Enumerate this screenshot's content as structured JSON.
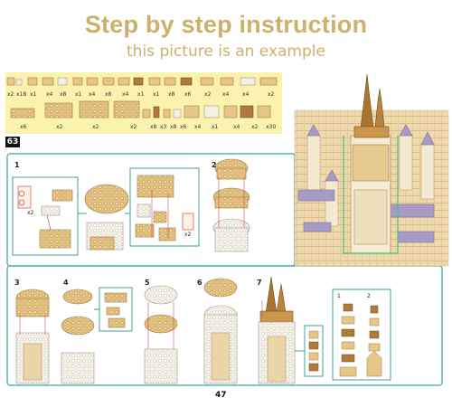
{
  "header": {
    "title": "Step by step instruction",
    "subtitle": "this picture is an example"
  },
  "parts_list": {
    "row1": [
      "x2",
      "x18",
      "x1",
      "x4",
      "x8",
      "x1",
      "x4",
      "x8",
      "x4",
      "x1",
      "x1",
      "x8",
      "x6",
      "x2",
      "x4",
      "x4",
      "x2"
    ],
    "row2": [
      "x6",
      "x2",
      "x2",
      "x2",
      "x8",
      "x3",
      "x8",
      "x6",
      "x4",
      "x1",
      "x4",
      "x2",
      "x30"
    ]
  },
  "step_badge": "63",
  "steps": {
    "s1": "1",
    "s2": "2",
    "s3": "3",
    "s4": "4",
    "s5": "5",
    "s6": "6",
    "s7": "7",
    "sub1": "1",
    "sub2": "2"
  },
  "sub_quantities": {
    "a": "x2",
    "b": "x2"
  },
  "page_number": "47",
  "colors": {
    "title_gold": "#cdb06a",
    "parts_bg": "#fbf3ad",
    "frame_teal": "#3aa39a",
    "brick_tan": "#e7c68a",
    "brick_brown": "#b07a3a",
    "brick_white": "#f4f0e6",
    "roof_purple": "#a79ac4"
  }
}
